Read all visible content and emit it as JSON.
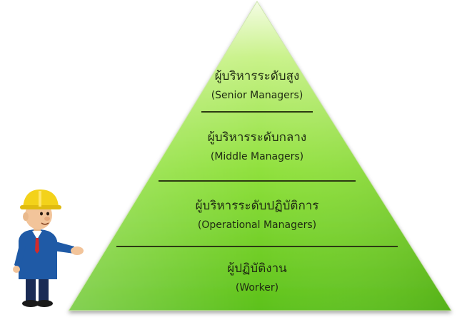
{
  "pyramid": {
    "tiers": [
      {
        "thai": "ผู้บริหารระดับสูง",
        "english": "(Senior Managers)"
      },
      {
        "thai": "ผู้บริหารระดับกลาง",
        "english": "(Middle Managers)"
      },
      {
        "thai": "ผู้บริหารระดับปฏิบัติการ",
        "english": "(Operational Managers)"
      },
      {
        "thai": "ผู้ปฏิบัติงาน",
        "english": "(Worker)"
      }
    ],
    "colors": {
      "top": "#f2fbe0",
      "mid": "#8ee03a",
      "bottom": "#5ec21c",
      "divider": "#2c3a12"
    }
  },
  "figure": {
    "icon": "construction-worker-icon",
    "helmet_color": "#f3d21a",
    "suit_color": "#1f5aa6"
  }
}
